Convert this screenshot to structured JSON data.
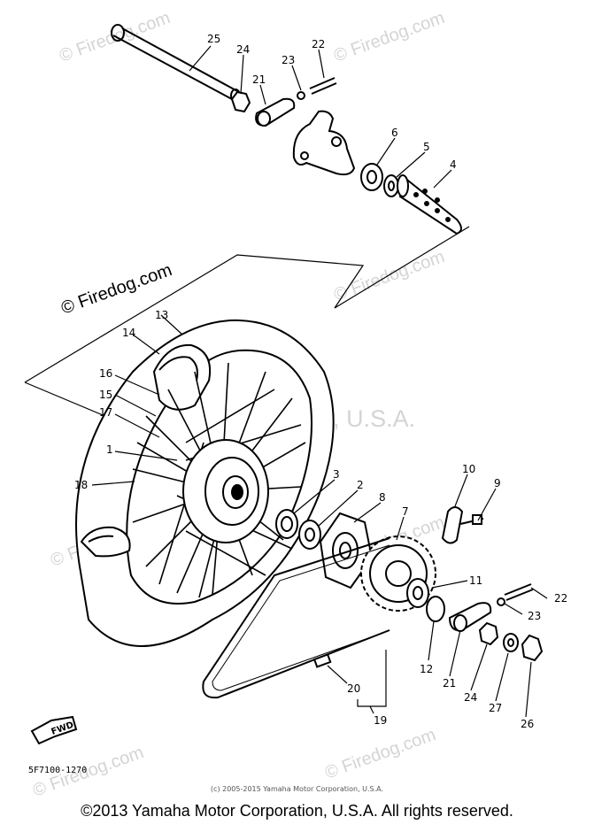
{
  "watermarks": {
    "firedog_1": "© Firedog.com",
    "firedog_2": "© Firedog.com",
    "firedog_3": "© Firedog.com",
    "firedog_4": "© Firedog.com",
    "firedog_5": "© Firedog.com",
    "firedog_6": "© Firedog.com",
    "firedog_7": "© Firedog.com",
    "firedog_main": "© Firedog.com",
    "yamaha": "Yamaha Motor Corp, U.S.A."
  },
  "drawing_code": "5F7100-1270",
  "fwd_label": "FWD",
  "copyright_small": "(c) 2005-2015 Yamaha Motor Corporation, U.S.A.",
  "copyright": "©2013 Yamaha Motor Corporation, U.S.A. All rights reserved.",
  "part_labels": {
    "p25": "25",
    "p24a": "24",
    "p22a": "22",
    "p23a": "23",
    "p21a": "21",
    "p6": "6",
    "p5": "5",
    "p4": "4",
    "p13": "13",
    "p14": "14",
    "p16": "16",
    "p15": "15",
    "p17": "17",
    "p1": "1",
    "p18": "18",
    "p3": "3",
    "p2": "2",
    "p8": "8",
    "p7": "7",
    "p10": "10",
    "p9": "9",
    "p11": "11",
    "p22b": "22",
    "p23b": "23",
    "p12": "12",
    "p21b": "21",
    "p24b": "24",
    "p27": "27",
    "p26": "26",
    "p20": "20",
    "p19": "19"
  }
}
